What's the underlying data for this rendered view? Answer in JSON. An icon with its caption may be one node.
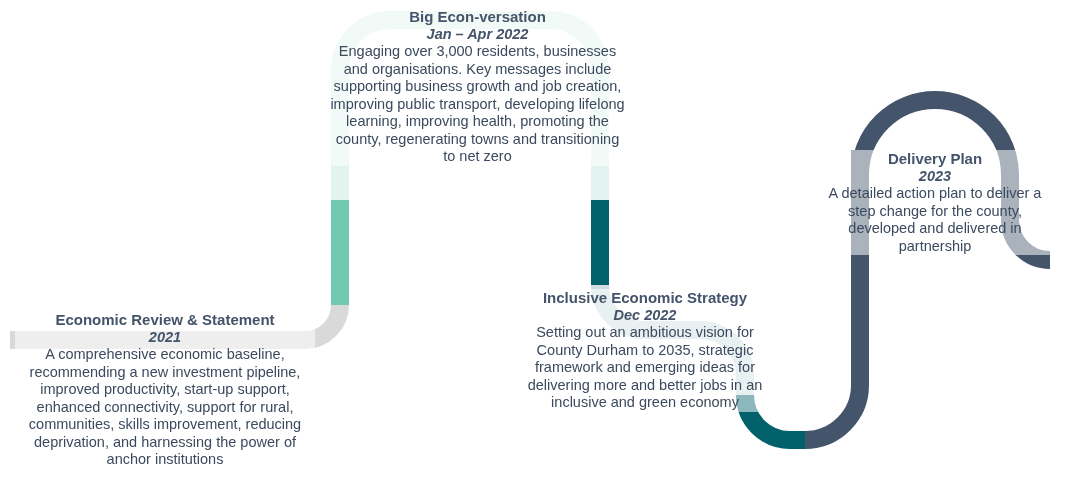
{
  "diagram": {
    "nodes": [
      {
        "text": [
          "Economic Review & Statement",
          "2021",
          "A comprehensive economic baseline, recommending a new investment pipeline, improved productivity, start-up support, enhanced connectivity, support for rural, communities, skills improvement, reducing deprivation, and harnessing the power of anchor institutions"
        ]
      },
      {
        "text": [
          "Big Econ-versation",
          "Jan – Apr 2022",
          "Engaging over 3,000 residents, businesses and organisations. Key messages include supporting business growth and job creation, improving public transport, developing lifelong learning, improving health, promoting the county, regenerating towns and transitioning to net zero"
        ]
      },
      {
        "text": [
          "Inclusive Economic Strategy",
          "Dec 2022",
          "Setting out an ambitious vision for County Durham to 2035, strategic framework and emerging ideas for delivering more and better jobs in an inclusive and green economy"
        ]
      },
      {
        "text": [
          "Delivery Plan",
          "2023",
          "A detailed action plan to deliver a step change for the county, developed and delivered in partnership"
        ]
      }
    ]
  }
}
